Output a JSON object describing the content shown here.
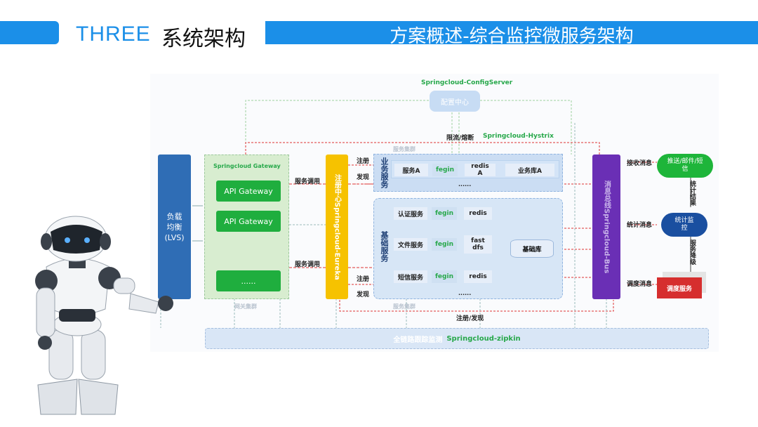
{
  "header": {
    "section_number": "THREE",
    "section_title": "系统架构",
    "slide_title": "方案概述-综合监控微服务架构"
  },
  "diagram": {
    "config_server_label": "Springcloud-ConfigServer",
    "config_center": "配置中心",
    "hystrix_prefix": "限流/熔断",
    "hystrix_label": "Springcloud-Hystrix",
    "lvs": "负载均衡(LVS)",
    "gateway_title": "Springcloud Gateway",
    "gateway_items": [
      "API Gateway",
      "API Gateway",
      "......"
    ],
    "gateway_cluster": "网关集群",
    "service_call_1": "服务调用",
    "service_call_2": "服务调用",
    "eureka": "注册中心Springcloud-Eureka",
    "register_1": "注册",
    "discover_1": "发现",
    "register_2": "注册",
    "discover_2": "发现",
    "biz_cluster_top": "服务集群",
    "biz_group": "业务服务",
    "biz_row": {
      "svc": "服务A",
      "fegin": "fegin",
      "redis": "redis\nA",
      "db": "业务库A"
    },
    "biz_dots": "......",
    "base_group": "基础服务",
    "base_rows": [
      {
        "svc": "认证服务",
        "fegin": "fegin",
        "store": "redis"
      },
      {
        "svc": "文件服务",
        "fegin": "fegin",
        "store": "fast\ndfs"
      },
      {
        "svc": "短信服务",
        "fegin": "fegin",
        "store": "redis"
      }
    ],
    "base_db": "基础库",
    "base_dots": "......",
    "base_cluster_bottom": "服务集群",
    "register_discover": "注册/发现",
    "bus": "消息总线Springcloud-Bus",
    "receive_msg": "接收消息",
    "push_cloud": "推送/邮件/短信",
    "stat_result": "统计结果",
    "stat_msg": "统计消息",
    "stat_monitor": "统计监控",
    "degrade": "服务降级",
    "dispatch_msg": "调度消息",
    "dispatch_service": "调度服务",
    "zipkin_prefix": "全链路跟踪监测",
    "zipkin_label": "Springcloud-zipkin"
  },
  "colors": {
    "accent": "#1b8fe8",
    "lvs": "#2f6db5",
    "gateway_bg": "#d8edd0",
    "gateway_btn": "#1fae3e",
    "eureka": "#f6c200",
    "bus": "#6a2fb5",
    "cloud": "#1eb53a",
    "monitor": "#1a4fa0",
    "dispatch": "#d62e2e",
    "service_bg": "#cbddf3"
  }
}
